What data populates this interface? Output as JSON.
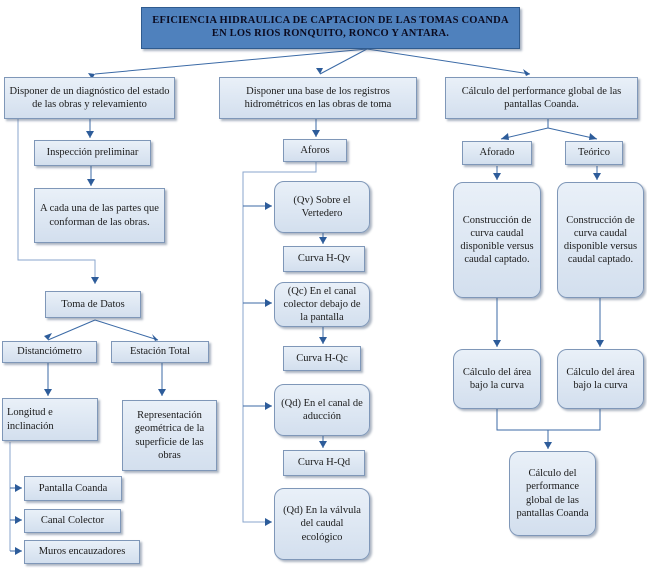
{
  "title": "EFICIENCIA HIDRAULICA DE CAPTACION DE LAS TOMAS COANDA EN LOS RIOS RONQUITO, RONCO Y ANTARA.",
  "branches": {
    "left": "Disponer de un diagnóstico del estado de las obras y relevamiento",
    "middle": "Disponer una base de los registros hidrométricos en las obras de toma",
    "right": "Cálculo del performance global de las pantallas Coanda."
  },
  "left": {
    "inspeccion": "Inspección preliminar",
    "partes": "A cada una de las partes que conforman de las obras.",
    "toma_datos": "Toma de Datos",
    "distanciometro": "Distanciómetro",
    "estacion_total": "Estación Total",
    "longitud": "Longitud e inclinación",
    "representacion": "Representación geométrica de la superficie de las obras",
    "items": [
      "Pantalla Coanda",
      "Canal Colector",
      "Muros encauzadores"
    ]
  },
  "middle": {
    "aforos": "Aforos",
    "qv": "(Qv) Sobre el Vertedero",
    "curva_qv": "Curva H-Qv",
    "qc": "(Qc) En el canal colector debajo de la pantalla",
    "curva_qc": "Curva H-Qc",
    "qd1": "(Qd) En el canal de aducción",
    "curva_qd": "Curva H-Qd",
    "qd2": "(Qd) En la válvula del caudal ecológico"
  },
  "right": {
    "aforado": "Aforado",
    "teorico": "Teórico",
    "construccion_1": "Construcción de curva caudal disponible versus caudal captado.",
    "construccion_2": "Construcción de curva caudal disponible versus caudal captado.",
    "area_1": "Cálculo del área bajo la curva",
    "area_2": "Cálculo del área bajo la curva",
    "final": "Cálculo del performance global de las pantallas Coanda"
  }
}
